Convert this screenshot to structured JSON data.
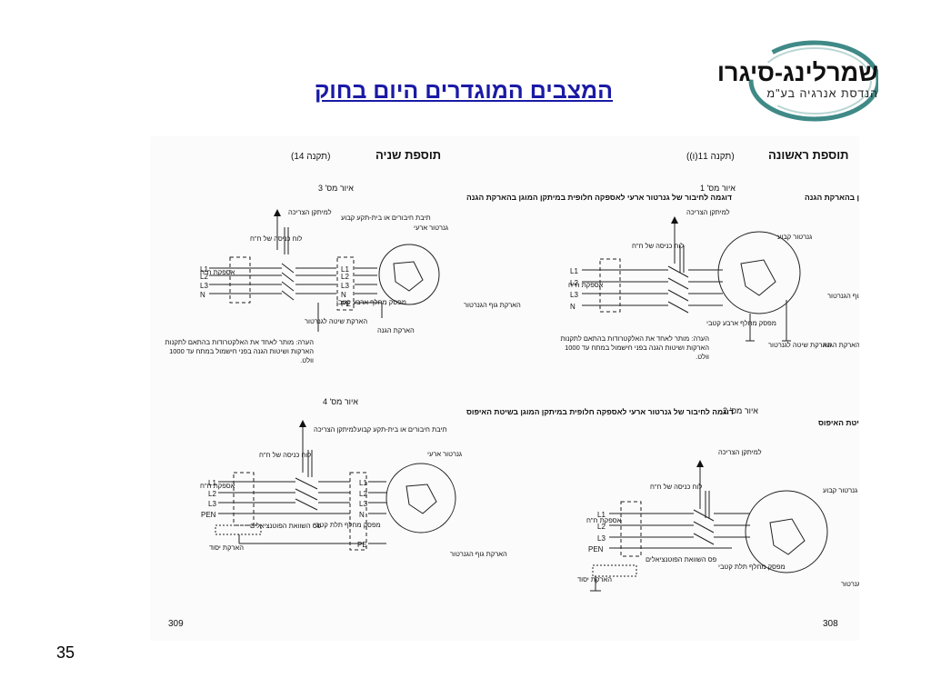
{
  "slide": {
    "title": "המצבים המוגדרים היום בחוק",
    "number": "35"
  },
  "logo": {
    "name": "שמרלינג-סיגרו",
    "subtitle": "הנדסת אנרגיה בע\"מ"
  },
  "left_panel": {
    "heading": "תוספת שניה",
    "heading_note": "(תקנה 14)",
    "page_number": "309",
    "fig3": {
      "number": "איור מס' 3",
      "caption": "דוגמה לחיבור של גנרטור ארעי לאספקה חלופית במיתקן המוגן בהארקת הגנה",
      "to_installation": "למיתקן הצריכה",
      "junction_box": "תיבת חיבורים או בית-תקע קבוע",
      "generator": "גנרטור ארעי",
      "entry_panel": "לוח כניסה של ח\"ח",
      "supply": "אספקת ח\"ח",
      "lines": [
        "L1",
        "L2",
        "L3",
        "N"
      ],
      "gen_lines": [
        "L1",
        "L2",
        "L3",
        "N",
        "PE"
      ],
      "switch": "מפסק מחלף ארבע קטבי",
      "gen_earth": "הארקת שיטה לגנרטור",
      "body_earth": "הארקת גוף הגנרטור",
      "protective_earth": "הארקת הגנה",
      "note": "הערה: מותר לאחד את האלקטרודות בהתאם לתקנות הארקות ושיטות הגנה בפני חישמול במתח עד 1000 וולט."
    },
    "fig4": {
      "number": "איור מס' 4",
      "caption": "דוגמה לחיבור של גנרטור ארעי לאספקה חלופית במיתקן המוגן בשיטת האיפוס",
      "to_installation": "למיתקן הצריכה",
      "junction_box": "תיבת חיבורים או בית-תקע קבוע",
      "generator": "גנרטור ארעי",
      "entry_panel": "לוח כניסה של ח\"ח",
      "supply": "אספקת ח\"ח",
      "lines": [
        "L1",
        "L2",
        "L3",
        "PEN"
      ],
      "gen_lines": [
        "L1",
        "L2",
        "L3",
        "N",
        "PE"
      ],
      "bar": "פס השוואת הפוטנציאלים",
      "foundation_earth": "הארקת יסוד",
      "switch": "מפסק מחלף תלת קטבי",
      "body_earth": "הארקת גוף הגנרטור"
    }
  },
  "right_panel": {
    "heading": "תוספת ראשונה",
    "heading_note": "(תקנה 11(ו))",
    "page_number": "308",
    "fig1": {
      "number": "איור מס' 1",
      "caption": "דוגמה למפסק מחלף ארבע קטבי במיתקן המוגן בהארקת הגנה",
      "to_installation": "למיתקן הצריכה",
      "generator": "גנרטור קבוע",
      "entry_panel": "לוח כניסה של ח\"ח",
      "supply": "אספקת ח\"ח",
      "lines": [
        "L1",
        "L2",
        "L3",
        "N"
      ],
      "switch": "מפסק מחלף ארבע קטבי",
      "body_earth": "הארקת גוף הגנרטור",
      "system_earth": "הארקת שיטה לגנרטור",
      "protective_earth": "הארקת הגנה",
      "note": "הערה: מותר לאחד את האלקטרודות בהתאם לתקנות הארקות ושיטות הגנה בפני חישמול במתח עד 1000 וולט."
    },
    "fig2": {
      "number": "איור מס' 2",
      "caption": "דוגמה למפסק מחלף תלת קטבי במיתקן המוגן בשיטת האיפוס",
      "to_installation": "למיתקן הצריכה",
      "generator": "גנרטור קבוע",
      "entry_panel": "לוח כניסה של ח\"ח",
      "supply": "אספקת ח\"ח",
      "lines": [
        "L1",
        "L2",
        "L3",
        "PEN"
      ],
      "bar": "פס השוואת הפוטנציאלים",
      "foundation_earth": "הארקת יסוד",
      "switch": "מפסק מחלף תלת קטבי",
      "body_earth": "הארקת גוף הגנרטור"
    }
  },
  "colors": {
    "title": "#1a1aa6",
    "logo_ring": "#3f8a87",
    "ink": "#111111"
  }
}
